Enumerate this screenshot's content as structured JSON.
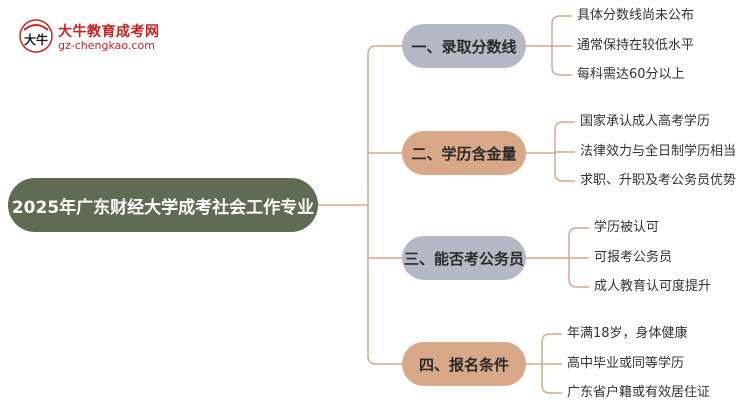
{
  "logo": {
    "title": "大牛教育成考网",
    "url": "gz-chengkao.com",
    "mark_text": "大牛"
  },
  "root": {
    "label": "2025年广东财经大学成考社会工作专业"
  },
  "branches": [
    {
      "label": "一、录取分数线",
      "leaves": [
        "具体分数线尚未公布",
        "通常保持在较低水平",
        "每科需达60分以上"
      ]
    },
    {
      "label": "二、学历含金量",
      "leaves": [
        "国家承认成人高考学历",
        "法律效力与全日制学历相当",
        "求职、升职及考公务员优势"
      ]
    },
    {
      "label": "三、能否考公务员",
      "leaves": [
        "学历被认可",
        "可报考公务员",
        "成人教育认可度提升"
      ]
    },
    {
      "label": "四、报名条件",
      "leaves": [
        "年满18岁，身体健康",
        "高中毕业或同等学历",
        "广东省户籍或有效居住证"
      ]
    }
  ],
  "colors": {
    "root_bg": "#5f6b52",
    "branch_gray": "#b7b8c6",
    "branch_tan": "#d8a889",
    "connector": "#d9a98c",
    "brand_red": "#c82323"
  }
}
